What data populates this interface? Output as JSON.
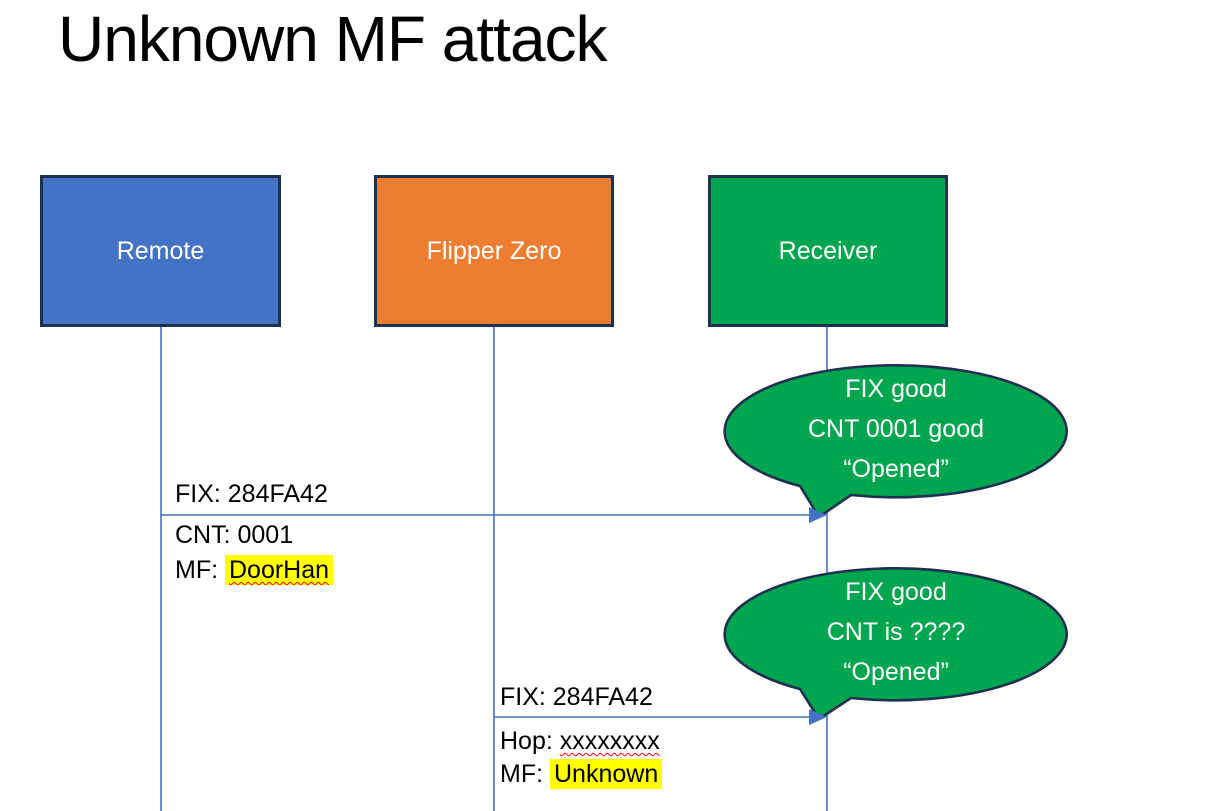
{
  "title": "Unknown MF attack",
  "actors": [
    {
      "label": "Remote",
      "color": "#4472C4"
    },
    {
      "label": "Flipper Zero",
      "color": "#ED7D31"
    },
    {
      "label": "Receiver",
      "color": "#00A64F"
    }
  ],
  "messages": [
    {
      "from": "Remote",
      "to": "Receiver",
      "lines": [
        {
          "text": "FIX: 284FA42",
          "value": ""
        },
        {
          "text": "CNT: 0001",
          "value": ""
        },
        {
          "text": "MF: ",
          "value": "DoorHan"
        }
      ]
    },
    {
      "from": "Flipper Zero",
      "to": "Receiver",
      "lines": [
        {
          "text": "FIX: 284FA42",
          "value": ""
        },
        {
          "text": "Hop: ",
          "value": "xxxxxxxx"
        },
        {
          "text": "MF: ",
          "value": "Unknown"
        }
      ]
    }
  ],
  "callouts": [
    {
      "lines": [
        "FIX good",
        "CNT 0001 good",
        "“Opened”"
      ]
    },
    {
      "lines": [
        "FIX good",
        "CNT is ????",
        "“Opened”"
      ]
    }
  ],
  "colors": {
    "remote_fill": "#4472C4",
    "flipper_fill": "#ED7D31",
    "receiver_fill": "#00A64F",
    "callout_fill": "#00A64F",
    "outline": "#203050",
    "connector": "#4472C4",
    "highlight": "#FFFF00",
    "squiggle": "#FF0000",
    "text_dark": "#000000",
    "text_light": "#FFFFFF"
  }
}
